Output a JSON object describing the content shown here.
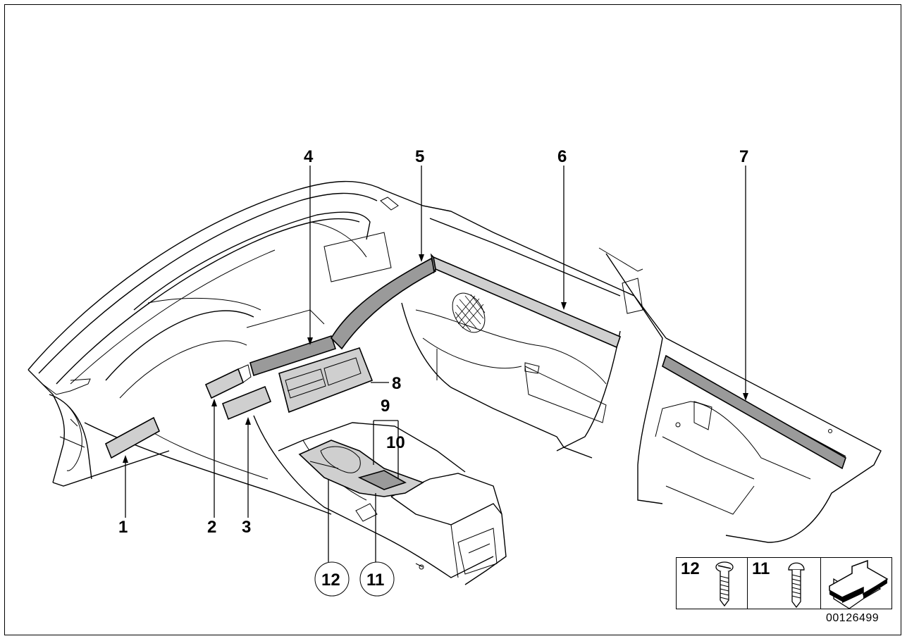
{
  "callouts": {
    "c1": "1",
    "c2": "2",
    "c3": "3",
    "c4": "4",
    "c5": "5",
    "c6": "6",
    "c7": "7",
    "c8": "8",
    "c9": "9",
    "c10": "10",
    "c11": "11",
    "c12": "12"
  },
  "legend": {
    "screw12": "12",
    "screw11": "11"
  },
  "diagram_number": "00126499"
}
